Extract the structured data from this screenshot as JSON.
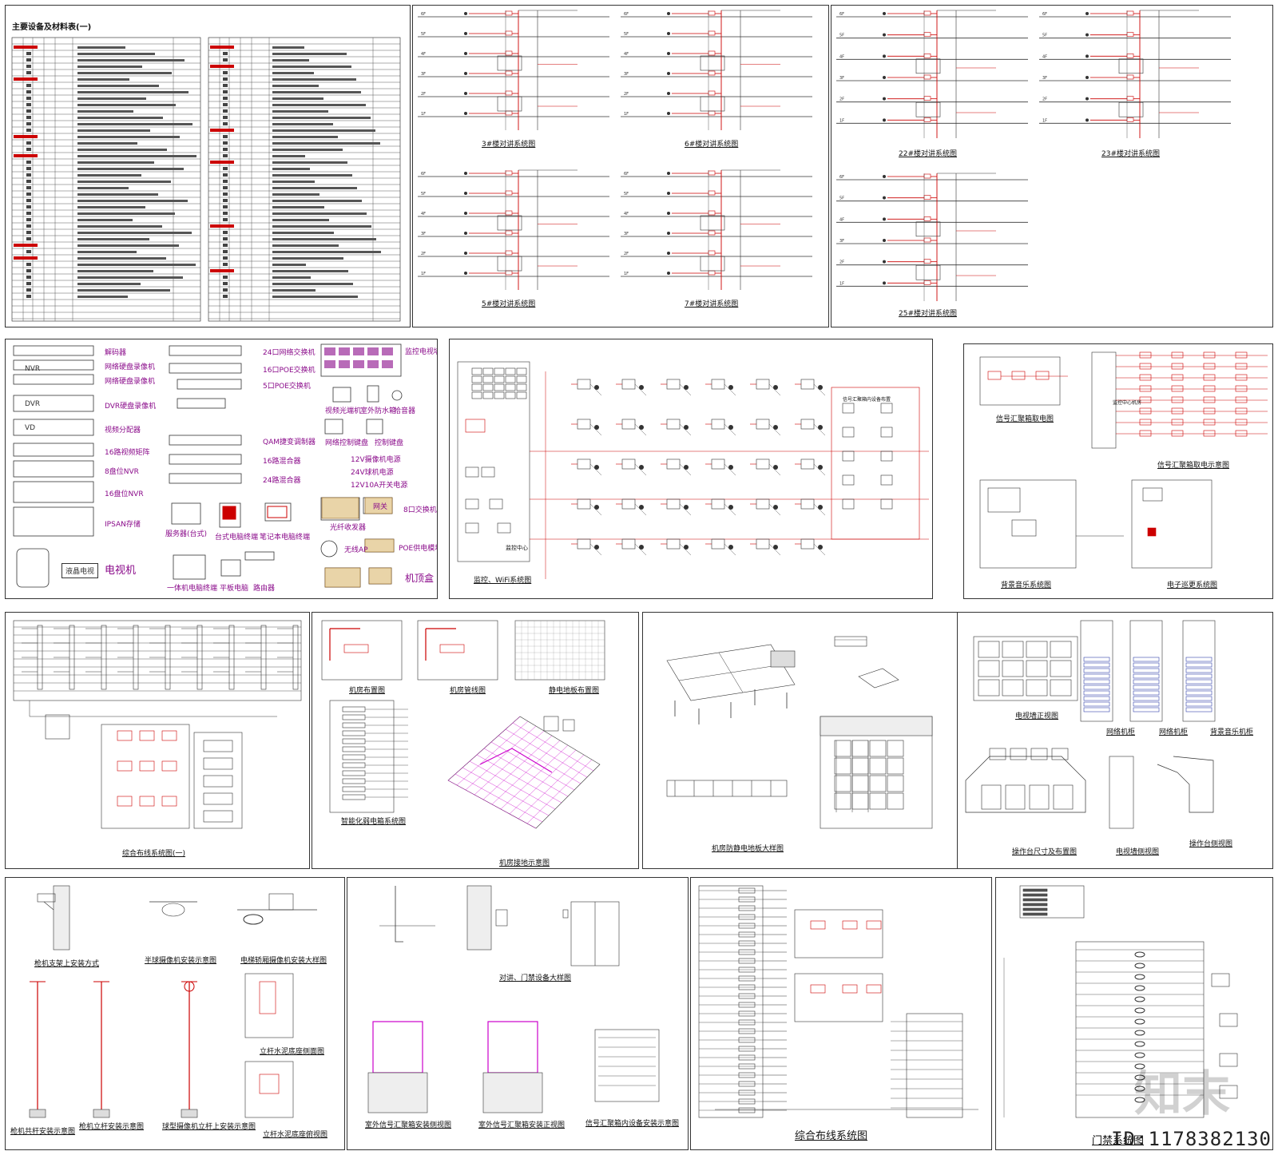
{
  "materials": {
    "title": "主要设备及材料表(一)"
  },
  "intercom": {
    "captions": [
      "3#楼对讲系统图",
      "6#楼对讲系统图",
      "5#楼对讲系统图",
      "7#楼对讲系统图",
      "22#楼对讲系统图",
      "23#楼对讲系统图",
      "25#楼对讲系统图"
    ],
    "floors": [
      "6F",
      "5F",
      "4F",
      "3F",
      "2F",
      "1F"
    ]
  },
  "legend": {
    "left": [
      "解码器",
      "网络硬盘录像机",
      "网络硬盘录像机",
      "DVR硬盘录像机",
      "视频分配器",
      "16路视频矩阵",
      "8盘位NVR",
      "16盘位NVR",
      "IPSAN存储"
    ],
    "middle": [
      "24口网络交换机",
      "16口POE交换机",
      "5口POE交换机",
      "QAM捷变调制器",
      "16路混合器",
      "24路混合器",
      "12V摄像机电源",
      "24V球机电源",
      "12V10A开关电源"
    ],
    "right": [
      "监控电视墙",
      "视频光端机",
      "室外防水箱",
      "拾音器",
      "网络控制键盘",
      "控制键盘",
      "8口交换机",
      "光纤收发器",
      "无线AP",
      "POE供电模块",
      "机顶盒",
      "服务器(台式)",
      "台式电脑终端",
      "笔记本电脑终端",
      "一体机电脑终端",
      "平板电脑",
      "路由器"
    ],
    "tv": "电视机",
    "lcd": "液晶电视",
    "gateway": "网关",
    "nvr": "NVR",
    "dvr": "DVR",
    "vd": "VD"
  },
  "monitor": {
    "caption": "监控、WiFi系统图",
    "center": "监控中心",
    "box_title": "信号汇聚箱内设备布置"
  },
  "signal": {
    "captions": [
      "信号汇聚箱取电图",
      "信号汇聚箱取电示意图",
      "背景音乐系统图",
      "电子巡更系统图"
    ],
    "center": "监控中心机房"
  },
  "cabling1": {
    "caption": "综合布线系统图(一)"
  },
  "room": {
    "captions": [
      "机房布置图",
      "机房管线图",
      "静电地板布置图",
      "智能化弱电箱系统图",
      "机房接地示意图"
    ]
  },
  "floor_detail": {
    "caption": "机房防静电地板大样图"
  },
  "cabinet": {
    "captions": [
      "电视墙正视图",
      "网络机柜",
      "网络机柜",
      "背景音乐机柜",
      "操作台尺寸及布置图",
      "电视墙侧视图",
      "操作台侧视图"
    ]
  },
  "camera": {
    "captions": [
      "枪机支架上安装方式",
      "半球摄像机安装示意图",
      "电梯轿厢摄像机安装大样图",
      "枪机共杆安装示意图",
      "枪机立杆安装示意图",
      "球型摄像机立杆上安装示意图",
      "立杆水泥底座侧面图",
      "立杆水泥底座俯视图"
    ]
  },
  "install": {
    "captions": [
      "对讲、门禁设备大样图",
      "室外信号汇聚箱安装侧视图",
      "室外信号汇聚箱安装正视图",
      "信号汇聚箱内设备安装示意图"
    ]
  },
  "cabling2": {
    "caption": "综合布线系统图"
  },
  "access": {
    "caption": "门禁系统图"
  },
  "footer": {
    "id": "ID:1178382130",
    "logo": "知末"
  }
}
